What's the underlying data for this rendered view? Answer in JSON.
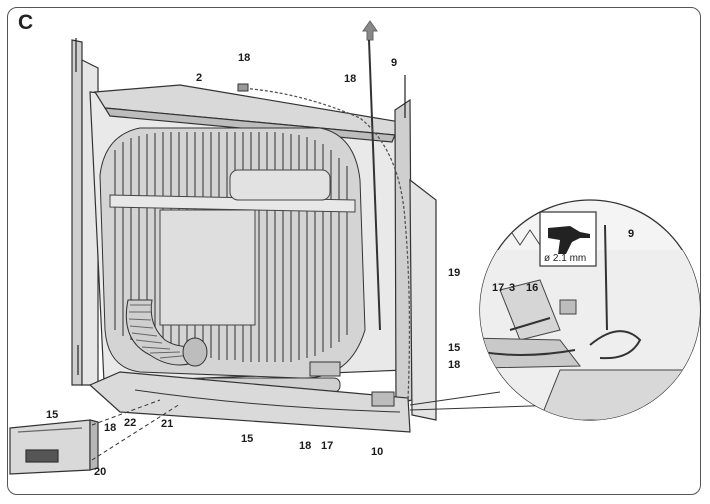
{
  "figure": {
    "panel_letter": "C",
    "drill_diameter": "ø 2.1 mm",
    "callouts": {
      "c18_top": "18",
      "c2": "2",
      "c18_right": "18",
      "c9": "9",
      "c19": "19",
      "c9_detail": "9",
      "c17_detail": "17",
      "c3_detail": "3",
      "c16_detail": "16",
      "c15_detail": "15",
      "c18_detail": "18",
      "c15_left": "15",
      "c18_left": "18",
      "c22": "22",
      "c21": "21",
      "c15_bottom": "15",
      "c18_bottom": "18",
      "c17_bottom": "17",
      "c10": "10",
      "c20": "20"
    },
    "colors": {
      "outline": "#333333",
      "fill_light": "#e6e6e6",
      "fill_mid": "#cfcfcf",
      "fill_dark": "#9a9a9a"
    },
    "icons": [
      "drill-icon",
      "arrow-up-icon"
    ]
  }
}
